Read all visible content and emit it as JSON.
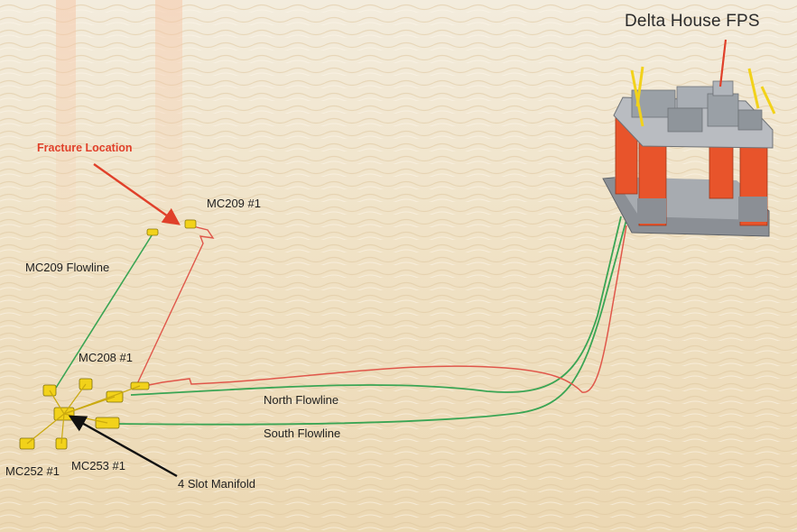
{
  "title": "Delta House FPS",
  "annotations": {
    "fracture": "Fracture Location",
    "manifold": "4 Slot Manifold"
  },
  "wells": {
    "mc209": "MC209 #1",
    "mc208": "MC208 #1",
    "mc252": "MC252 #1",
    "mc253": "MC253 #1"
  },
  "flowlines": {
    "mc209": "MC209 Flowline",
    "north": "North Flowline",
    "south": "South Flowline"
  },
  "colors": {
    "seabed": "#efe0c2",
    "flowline_green": "#3aa554",
    "flowline_red": "#e0574a",
    "annotation_red": "#e0402a",
    "equipment_yellow": "#f2d21a",
    "hull_orange": "#e8542b",
    "deck_gray": "#9a9ea3"
  }
}
